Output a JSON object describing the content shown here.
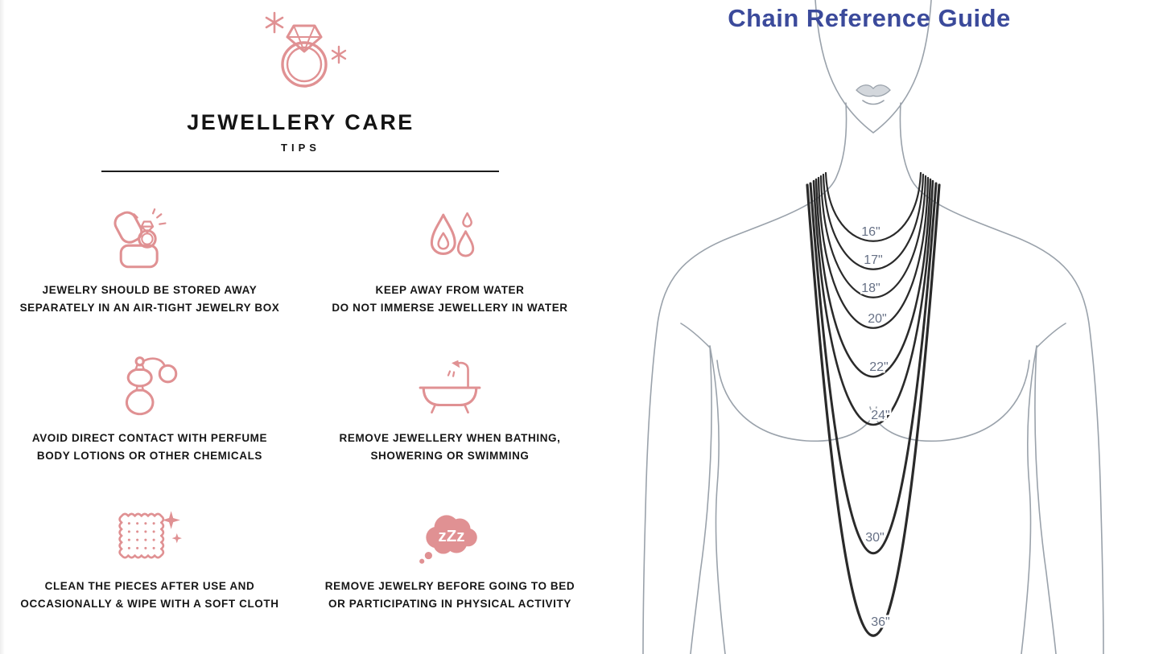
{
  "left_panel": {
    "title": "JEWELLERY CARE",
    "subtitle": "TIPS",
    "accent_color": "#e09193",
    "tips": [
      {
        "icon": "ring-box-icon",
        "line1": "JEWELRY SHOULD BE STORED AWAY",
        "line2": "SEPARATELY IN AN AIR-TIGHT JEWELRY BOX"
      },
      {
        "icon": "water-drops-icon",
        "line1": "KEEP AWAY FROM WATER",
        "line2": "DO NOT IMMERSE JEWELLERY IN WATER"
      },
      {
        "icon": "perfume-bottle-icon",
        "line1": "AVOID DIRECT CONTACT WITH PERFUME",
        "line2": "BODY LOTIONS OR OTHER CHEMICALS"
      },
      {
        "icon": "bathtub-icon",
        "line1": "REMOVE JEWELLERY WHEN BATHING,",
        "line2": "SHOWERING OR SWIMMING"
      },
      {
        "icon": "cleaning-cloth-icon",
        "line1": "CLEAN THE PIECES AFTER USE AND",
        "line2": "OCCASIONALLY & WIPE WITH A SOFT CLOTH"
      },
      {
        "icon": "sleep-cloud-icon",
        "line1": "REMOVE JEWELRY BEFORE GOING TO BED",
        "line2": "OR PARTICIPATING IN PHYSICAL ACTIVITY",
        "bubble_text": "zZz"
      }
    ]
  },
  "right_panel": {
    "title": "Chain Reference Guide",
    "title_color": "#3b4a9b",
    "chain_lengths": [
      {
        "label": "16\""
      },
      {
        "label": "17\""
      },
      {
        "label": "18\""
      },
      {
        "label": "20\""
      },
      {
        "label": "22\""
      },
      {
        "label": "24\""
      },
      {
        "label": "30\""
      },
      {
        "label": "36\""
      }
    ]
  }
}
